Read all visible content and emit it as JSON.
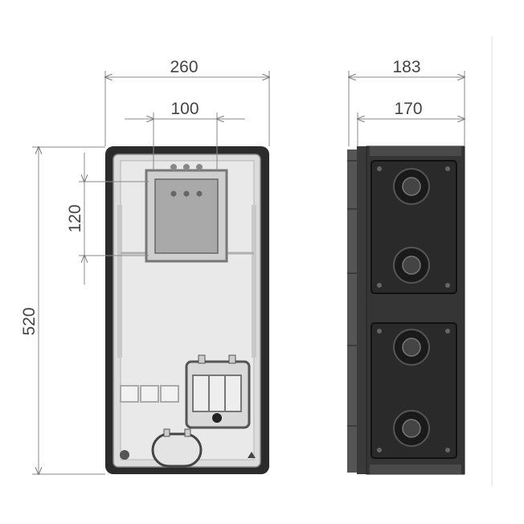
{
  "front_view": {
    "width_label": "260",
    "window_width_label": "100",
    "window_height_label": "120",
    "height_label": "520"
  },
  "side_view": {
    "depth_label": "183",
    "inner_depth_label": "170"
  }
}
